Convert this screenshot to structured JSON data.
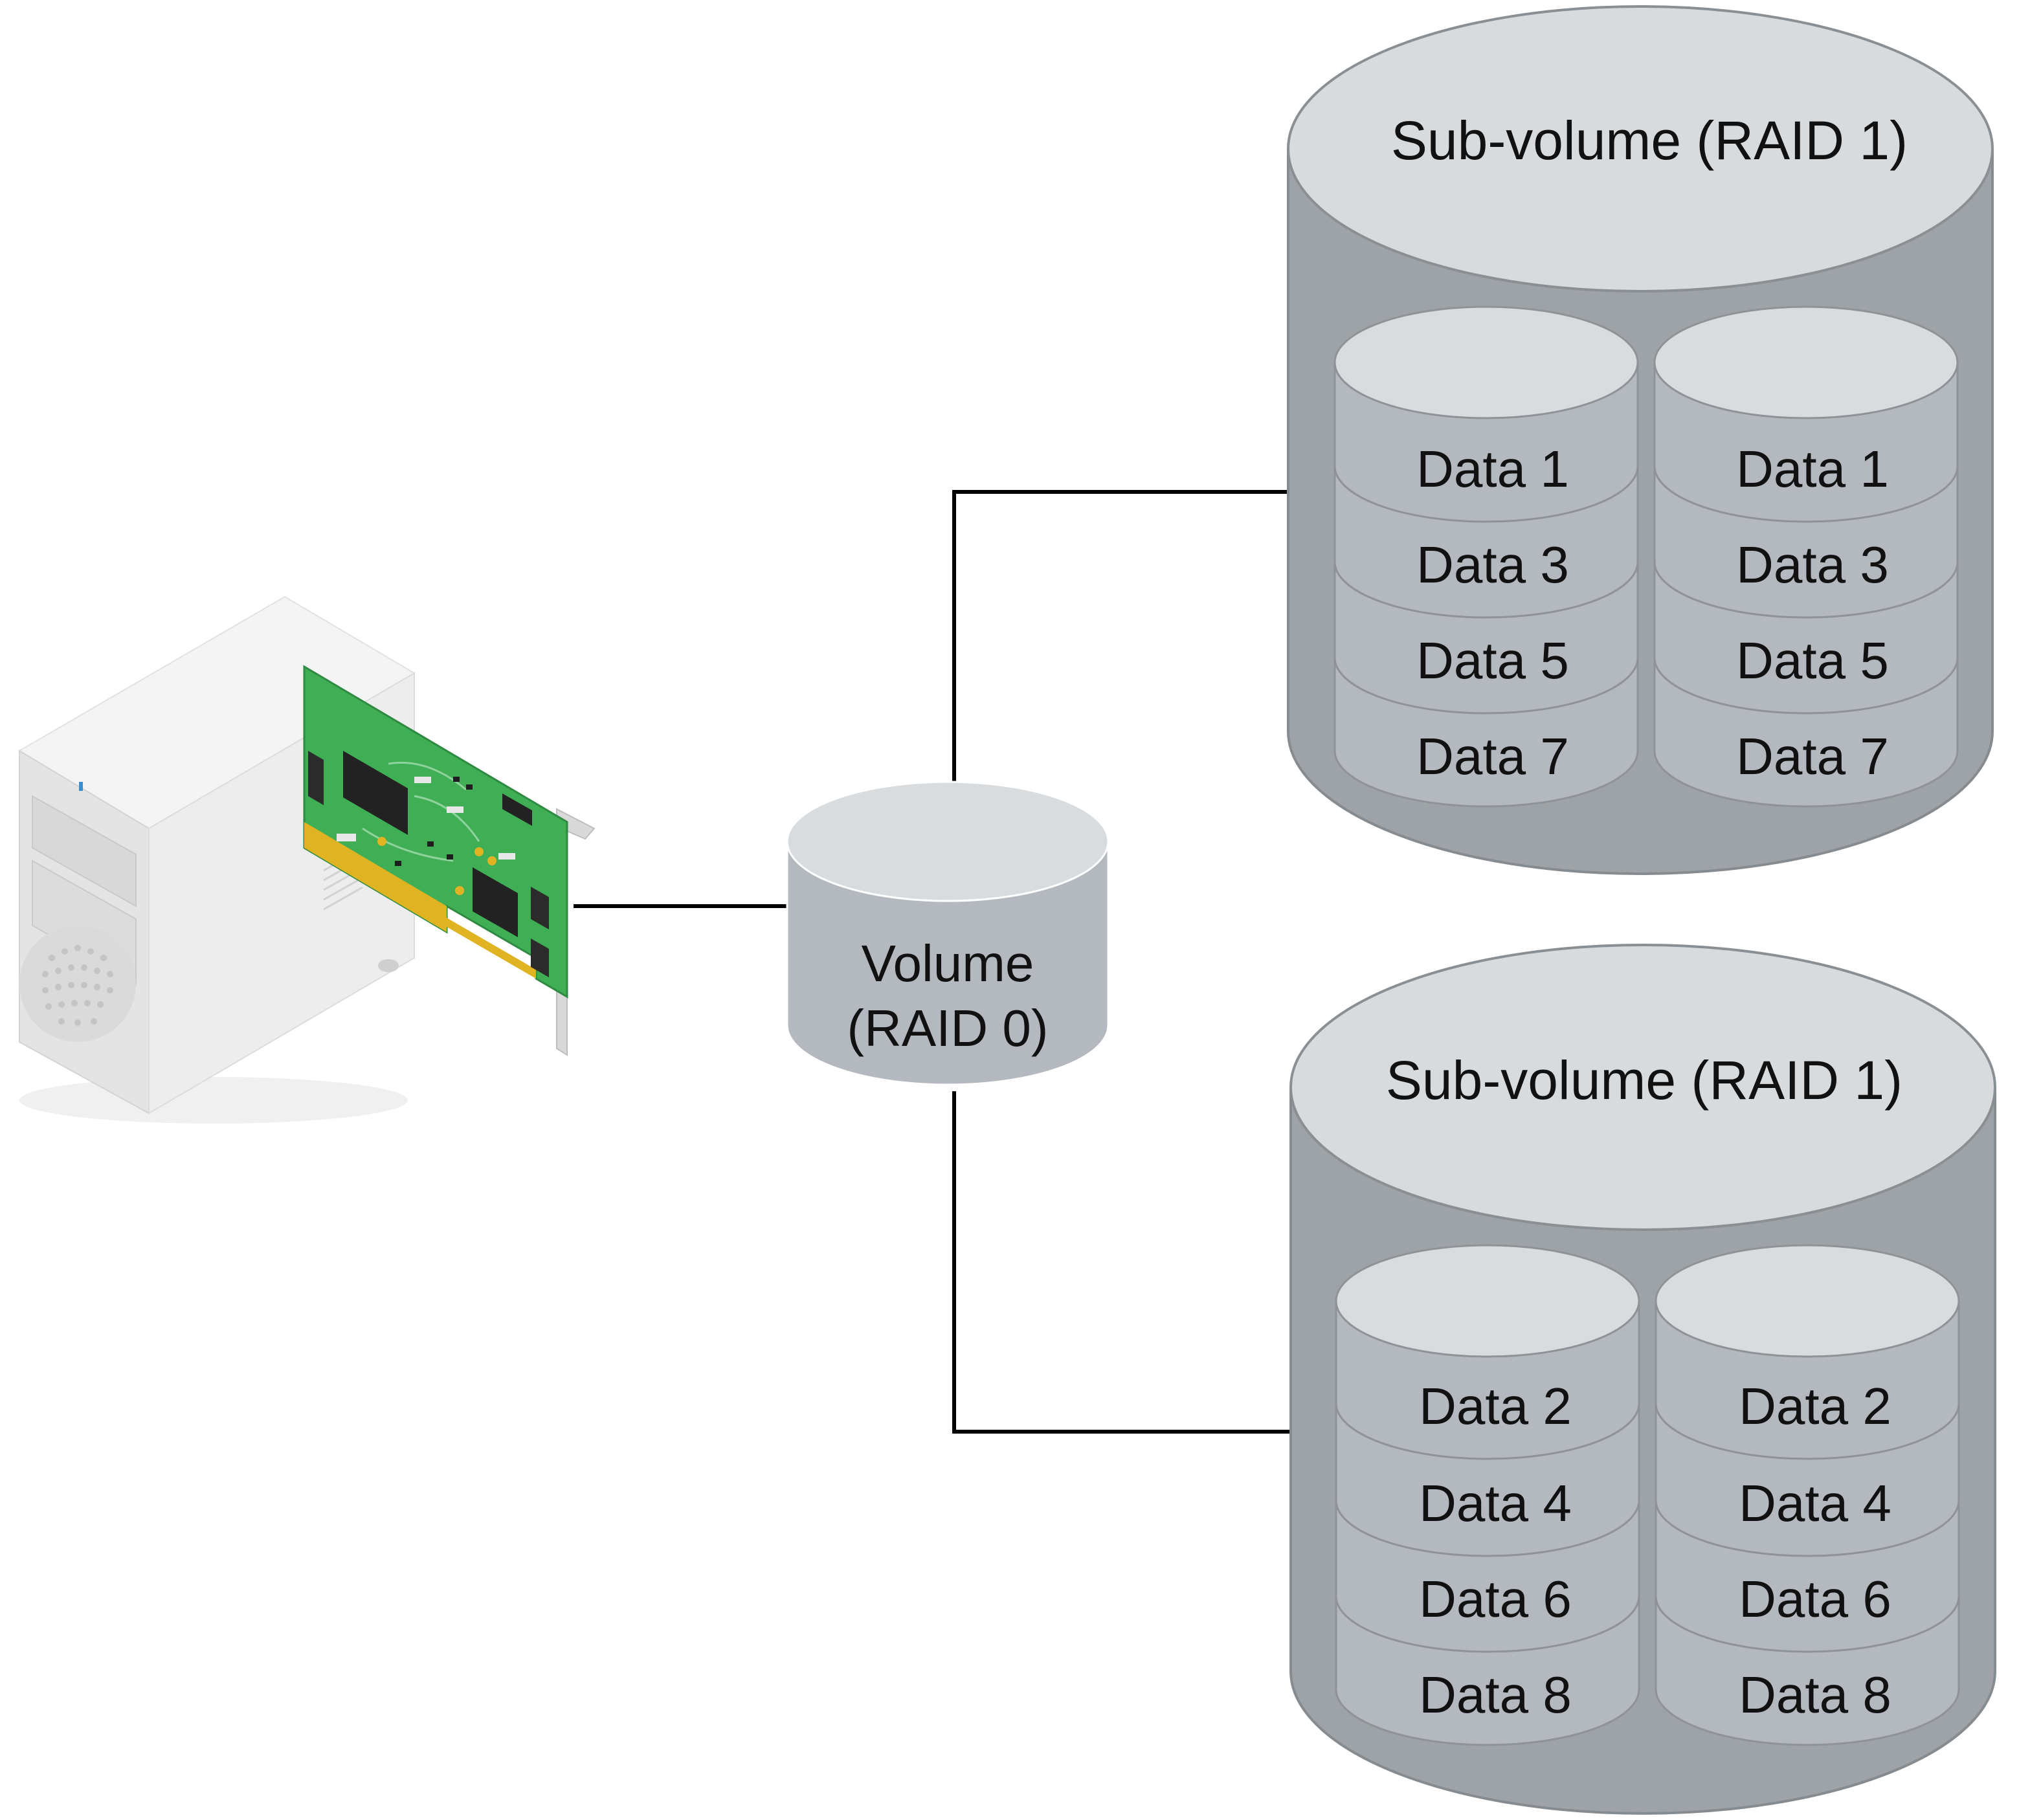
{
  "volume": {
    "line1": "Volume",
    "line2": "(RAID 0)"
  },
  "subvolumes": [
    {
      "title": "Sub-volume (RAID 1)",
      "disks": [
        {
          "segments": [
            "Data 1",
            "Data 3",
            "Data 5",
            "Data 7"
          ]
        },
        {
          "segments": [
            "Data 1",
            "Data 3",
            "Data 5",
            "Data 7"
          ]
        }
      ]
    },
    {
      "title": "Sub-volume (RAID 1)",
      "disks": [
        {
          "segments": [
            "Data 2",
            "Data 4",
            "Data 6",
            "Data 8"
          ]
        },
        {
          "segments": [
            "Data 2",
            "Data 4",
            "Data 6",
            "Data 8"
          ]
        }
      ]
    }
  ],
  "colors": {
    "cylinder_body": "#9ea3a7",
    "cylinder_top": "#d8dbde",
    "disk_body": "#b4b8bf",
    "disk_top": "#d9dcdf",
    "connector": "#000000",
    "pcb": "#3fae55",
    "pcb_contacts": "#e0b323",
    "pc_case": "#e8e8e8"
  },
  "icons": {
    "computer": "pc-tower-icon",
    "controller": "raid-controller-card-icon"
  }
}
